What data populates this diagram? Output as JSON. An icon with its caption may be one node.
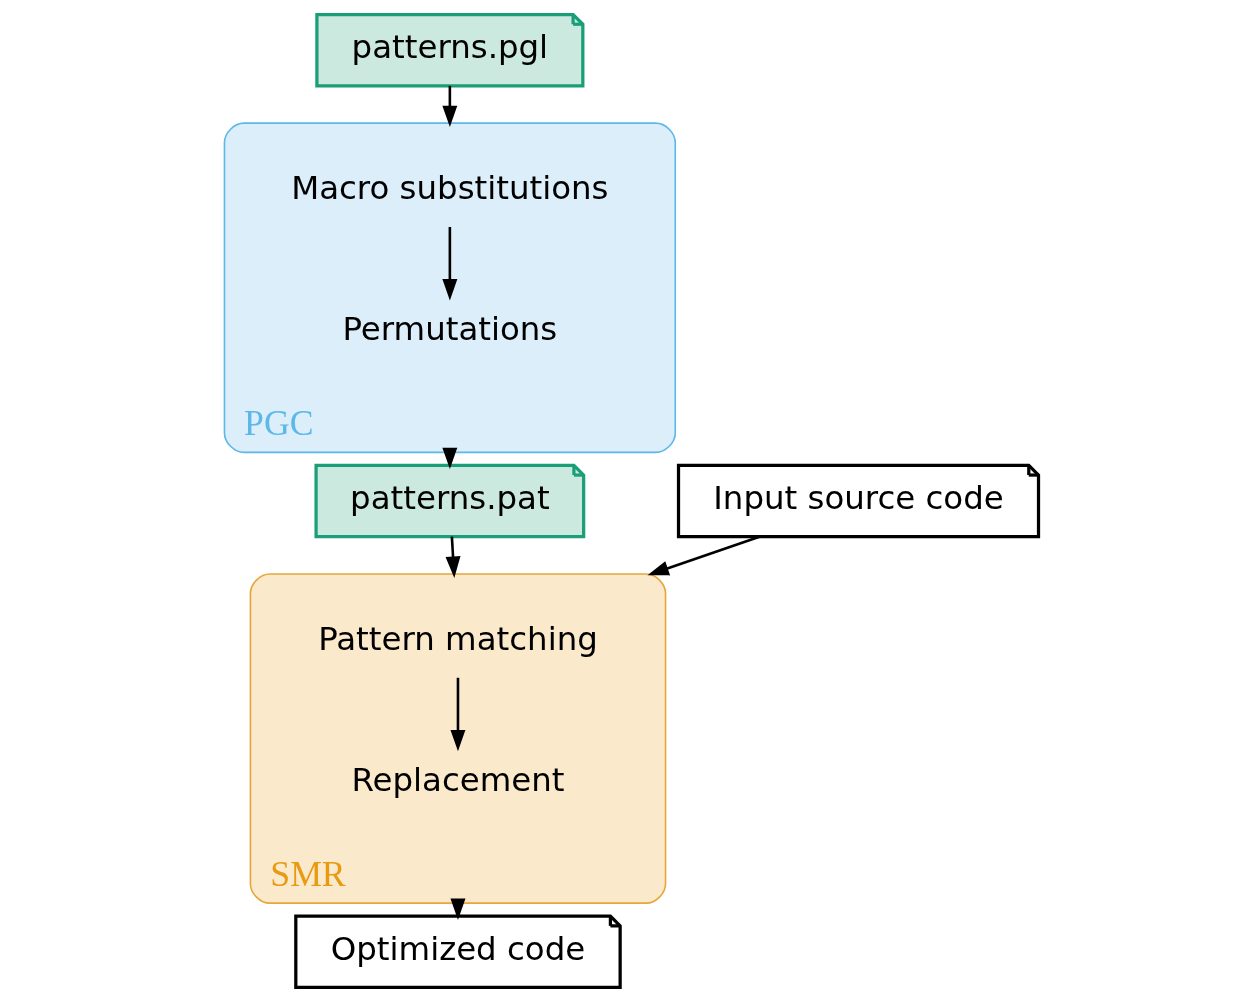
{
  "diagram": {
    "nodes": [
      {
        "text": [
          "patterns.pgl"
        ]
      },
      {
        "text": [
          "Input source code"
        ]
      },
      {
        "text": [
          "PGC"
        ]
      },
      {
        "text": [
          "Macro substitutions"
        ],
        "in": 2
      },
      {
        "text": [
          "Permutations"
        ],
        "in": 2
      },
      {
        "text": [
          "SMR"
        ]
      },
      {
        "text": [
          "Pattern matching"
        ],
        "in": 5
      },
      {
        "text": [
          "Replacement"
        ],
        "in": 5
      },
      {
        "text": [
          "patterns.pat"
        ]
      },
      {
        "text": [
          "Optimized code"
        ]
      }
    ],
    "edges": [
      {
        "from": 0,
        "to": 2,
        "arrow": "to"
      },
      {
        "from": 3,
        "to": 4,
        "arrow": "to"
      },
      {
        "from": 2,
        "to": 8,
        "arrow": "to"
      },
      {
        "from": 8,
        "to": 5,
        "arrow": "to"
      },
      {
        "from": 1,
        "to": 5,
        "arrow": "to"
      },
      {
        "from": 6,
        "to": 7,
        "arrow": "to"
      },
      {
        "from": 5,
        "to": 9,
        "arrow": "to"
      }
    ]
  }
}
